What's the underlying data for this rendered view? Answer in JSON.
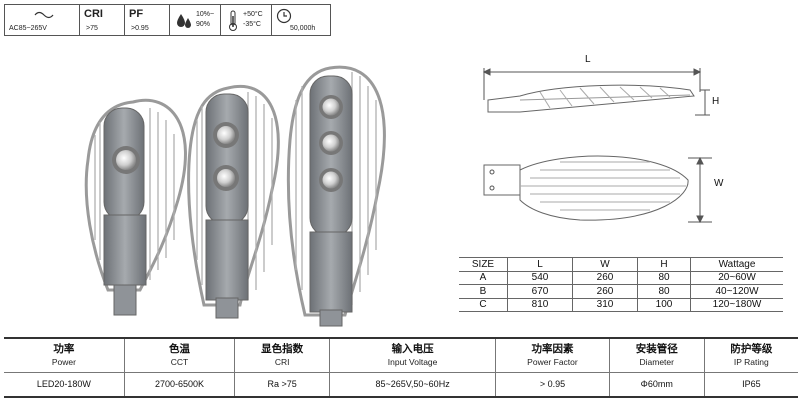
{
  "specs": {
    "voltage": "AC85~265V",
    "cri": {
      "label": "CRI",
      "value": ">75"
    },
    "pf": {
      "label": "PF",
      "value": ">0.95"
    },
    "humidity": {
      "line1": "10%~",
      "line2": "90%"
    },
    "temperature": {
      "line1": "+50°C",
      "line2": "-35°C"
    },
    "lifetime": "50,000h"
  },
  "diagram": {
    "length_label": "L",
    "height_label": "H",
    "width_label": "W"
  },
  "size_table": {
    "headers": [
      "SIZE",
      "L",
      "W",
      "H",
      "Wattage"
    ],
    "rows": [
      [
        "A",
        "540",
        "260",
        "80",
        "20~60W"
      ],
      [
        "B",
        "670",
        "260",
        "80",
        "40~120W"
      ],
      [
        "C",
        "810",
        "310",
        "100",
        "120~180W"
      ]
    ]
  },
  "spec_table": {
    "headers": [
      {
        "cn": "功率",
        "en": "Power"
      },
      {
        "cn": "色温",
        "en": "CCT"
      },
      {
        "cn": "显色指数",
        "en": "CRI"
      },
      {
        "cn": "输入电压",
        "en": "Input Voltage"
      },
      {
        "cn": "功率因素",
        "en": "Power Factor"
      },
      {
        "cn": "安装管径",
        "en": "Diameter"
      },
      {
        "cn": "防护等级",
        "en": "IP Rating"
      }
    ],
    "values": [
      "LED20-180W",
      "2700-6500K",
      "Ra >75",
      "85~265V,50~60Hz",
      "> 0.95",
      "Φ60mm",
      "IP65"
    ]
  },
  "colors": {
    "body": "#8d9196",
    "body_dark": "#5f6368",
    "lens": "#d8d8d8",
    "line": "#555555"
  }
}
